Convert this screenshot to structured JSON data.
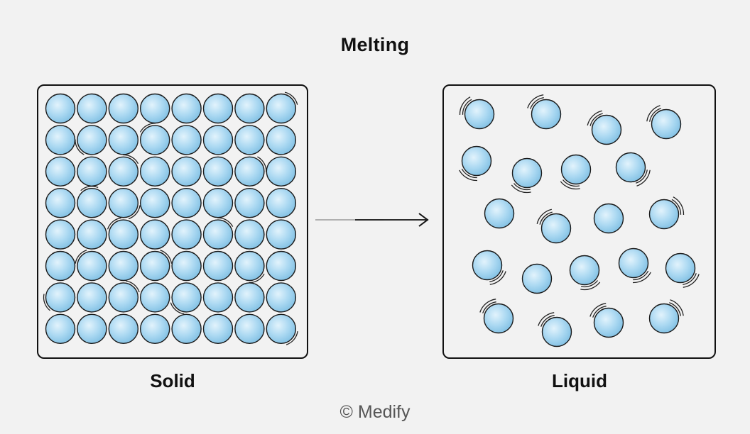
{
  "title": "Melting",
  "labels": {
    "solid": "Solid",
    "liquid": "Liquid"
  },
  "copyright": "© Medify",
  "colors": {
    "background": "#f2f2f2",
    "particle_light": "#d6eefb",
    "particle_mid": "#a9d8f2",
    "particle_dark": "#7fbfe3",
    "outline": "#111111"
  },
  "solid_grid": {
    "rows": 8,
    "cols": 8
  },
  "icons": {
    "arrow": "right-arrow-icon",
    "particle": "particle-sphere-icon"
  }
}
